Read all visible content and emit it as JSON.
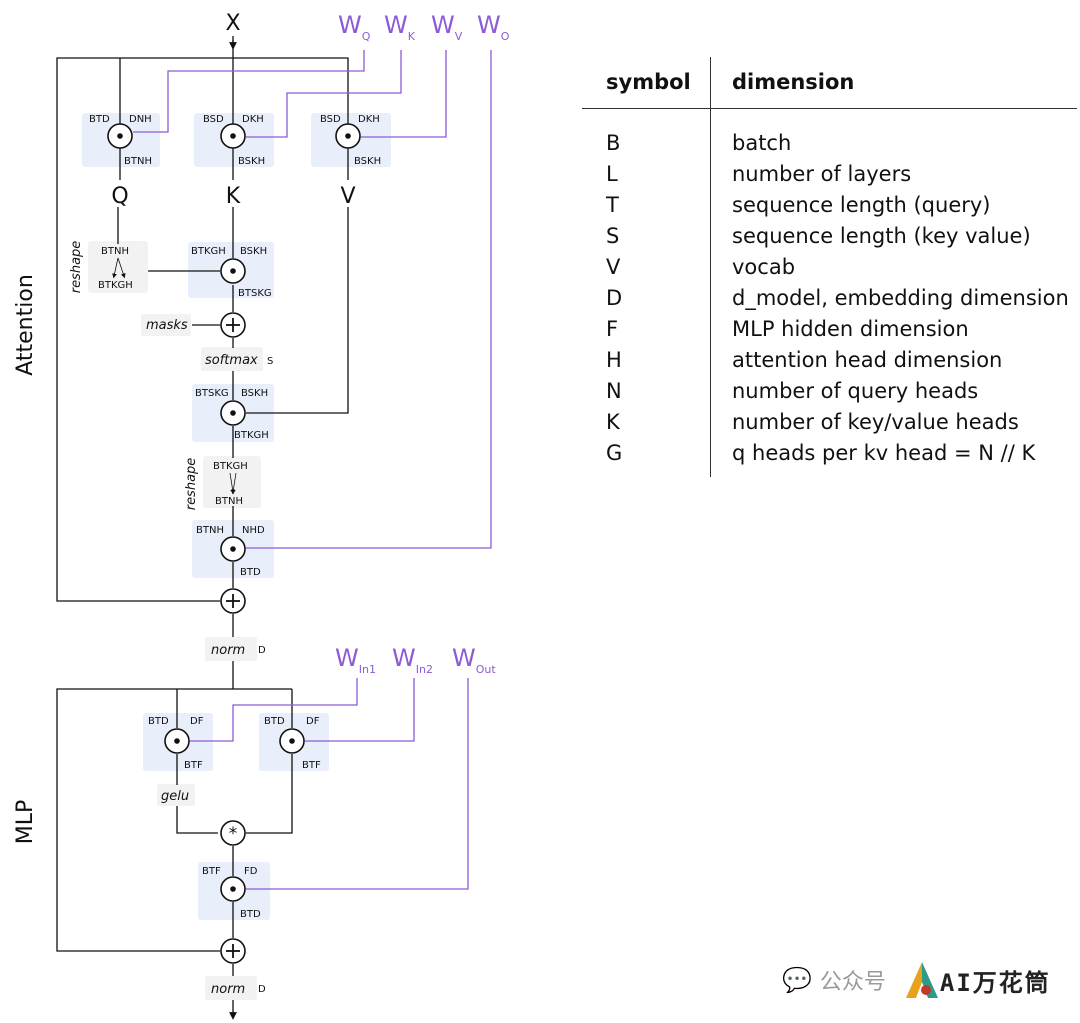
{
  "diagram": {
    "input_label": "X",
    "section_attention": "Attention",
    "section_mlp": "MLP",
    "weights_attn": [
      {
        "main": "W",
        "sub": "Q"
      },
      {
        "main": "W",
        "sub": "K"
      },
      {
        "main": "W",
        "sub": "V"
      },
      {
        "main": "W",
        "sub": "O"
      }
    ],
    "weights_mlp": [
      {
        "main": "W",
        "sub": "In1"
      },
      {
        "main": "W",
        "sub": "In2"
      },
      {
        "main": "W",
        "sub": "Out"
      }
    ],
    "proj_q": {
      "left": "BTD",
      "right": "DNH",
      "out": "BTNH",
      "name": "Q"
    },
    "proj_k": {
      "left": "BSD",
      "right": "DKH",
      "out": "BSKH",
      "name": "K"
    },
    "proj_v": {
      "left": "BSD",
      "right": "DKH",
      "out": "BSKH",
      "name": "V"
    },
    "reshape1": {
      "label": "reshape",
      "top": "BTNH",
      "bottom": "BTKGH"
    },
    "scores": {
      "left": "BTKGH",
      "right": "BSKH",
      "out": "BTSKG"
    },
    "masks_label": "masks",
    "softmax_label": "softmax",
    "softmax_axis": "S",
    "attnv": {
      "left": "BTSKG",
      "right": "BSKH",
      "out": "BTKGH"
    },
    "reshape2": {
      "label": "reshape",
      "top": "BTKGH",
      "bottom": "BTNH"
    },
    "out_proj": {
      "left": "BTNH",
      "right": "NHD",
      "out": "BTD"
    },
    "norm_label": "norm",
    "norm_axis": "D",
    "mlp_in1": {
      "left": "BTD",
      "right": "DF",
      "out": "BTF"
    },
    "mlp_in2": {
      "left": "BTD",
      "right": "DF",
      "out": "BTF"
    },
    "gelu_label": "gelu",
    "mlp_out": {
      "left": "BTF",
      "right": "FD",
      "out": "BTD"
    }
  },
  "legend": {
    "header_symbol": "symbol",
    "header_dimension": "dimension",
    "rows": [
      {
        "symbol": "B",
        "dimension": "batch"
      },
      {
        "symbol": "L",
        "dimension": "number of layers"
      },
      {
        "symbol": "T",
        "dimension": "sequence length (query)"
      },
      {
        "symbol": "S",
        "dimension": "sequence length (key value)"
      },
      {
        "symbol": "V",
        "dimension": "vocab"
      },
      {
        "symbol": "D",
        "dimension": "d_model, embedding dimension"
      },
      {
        "symbol": "F",
        "dimension": "MLP hidden dimension"
      },
      {
        "symbol": "H",
        "dimension": "attention head dimension"
      },
      {
        "symbol": "N",
        "dimension": "number of query heads"
      },
      {
        "symbol": "K",
        "dimension": "number of key/value heads"
      },
      {
        "symbol": "G",
        "dimension": "q heads per kv head = N // K"
      }
    ]
  },
  "watermark": {
    "icon": "wechat-icon",
    "text": "公众号",
    "brand": "AI万花筒"
  },
  "colors": {
    "weight_line": "#8c5bd6",
    "contract_red": "#e0201b",
    "contract_blue": "#2d50c8",
    "box_fill": "#e8eefa"
  }
}
